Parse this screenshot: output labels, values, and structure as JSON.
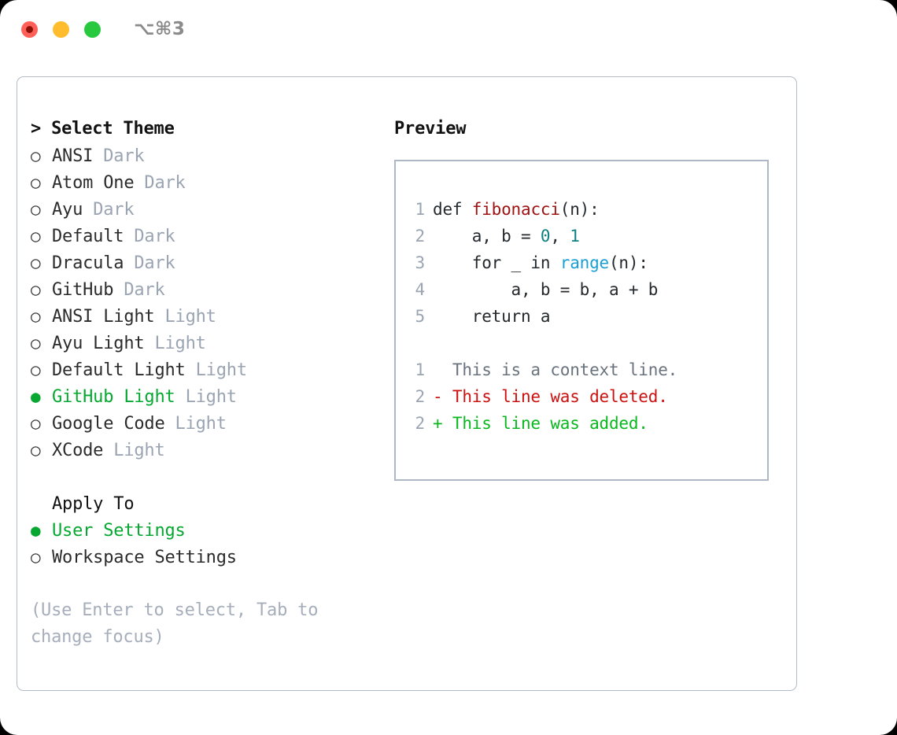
{
  "titlebar": {
    "shortcut": "⌥⌘3",
    "buttons": [
      {
        "name": "close",
        "color": "#ff6058"
      },
      {
        "name": "minimize",
        "color": "#ffbd2e"
      },
      {
        "name": "maximize",
        "color": "#28c93f"
      }
    ]
  },
  "colors": {
    "selected_green": "#06a831",
    "muted_tag": "#9aa4b2",
    "hint": "#a6aebb",
    "panel_border": "#b3bcc9",
    "preview_border": "#aeb7c4",
    "code_function": "#9f1111",
    "code_number": "#0d8080",
    "code_call": "#1a9fd4",
    "diff_deleted": "#cc1111",
    "diff_added": "#08b81e",
    "diff_context": "#6a737d"
  },
  "theme_list": {
    "header": "> Select Theme",
    "unselected_marker": "○",
    "selected_marker": "●",
    "items": [
      {
        "label": "ANSI",
        "tag": "Dark",
        "selected": false
      },
      {
        "label": "Atom One",
        "tag": "Dark",
        "selected": false
      },
      {
        "label": "Ayu",
        "tag": "Dark",
        "selected": false
      },
      {
        "label": "Default",
        "tag": "Dark",
        "selected": false
      },
      {
        "label": "Dracula",
        "tag": "Dark",
        "selected": false
      },
      {
        "label": "GitHub",
        "tag": "Dark",
        "selected": false
      },
      {
        "label": "ANSI Light",
        "tag": "Light",
        "selected": false
      },
      {
        "label": "Ayu Light",
        "tag": "Light",
        "selected": false
      },
      {
        "label": "Default Light",
        "tag": "Light",
        "selected": false
      },
      {
        "label": "GitHub Light",
        "tag": "Light",
        "selected": true
      },
      {
        "label": "Google Code",
        "tag": "Light",
        "selected": false
      },
      {
        "label": "XCode",
        "tag": "Light",
        "selected": false
      }
    ]
  },
  "apply_to": {
    "header": "Apply To",
    "items": [
      {
        "label": "User Settings",
        "selected": true
      },
      {
        "label": "Workspace Settings",
        "selected": false
      }
    ]
  },
  "hint": "(Use Enter to select, Tab to change focus)",
  "preview": {
    "title": "Preview",
    "code_lines": [
      {
        "no": "1",
        "segments": [
          {
            "t": "def ",
            "c": "plain"
          },
          {
            "t": "fibonacci",
            "c": "fn"
          },
          {
            "t": "(n):",
            "c": "plain"
          }
        ]
      },
      {
        "no": "2",
        "segments": [
          {
            "t": "    a, b = ",
            "c": "plain"
          },
          {
            "t": "0",
            "c": "num"
          },
          {
            "t": ", ",
            "c": "plain"
          },
          {
            "t": "1",
            "c": "num"
          }
        ]
      },
      {
        "no": "3",
        "segments": [
          {
            "t": "    for _ in ",
            "c": "plain"
          },
          {
            "t": "range",
            "c": "call"
          },
          {
            "t": "(n):",
            "c": "plain"
          }
        ]
      },
      {
        "no": "4",
        "segments": [
          {
            "t": "        a, b = b, a + b",
            "c": "plain"
          }
        ]
      },
      {
        "no": "5",
        "segments": [
          {
            "t": "    return a",
            "c": "plain"
          }
        ]
      }
    ],
    "diff_lines": [
      {
        "no": "1",
        "segments": [
          {
            "t": "  This is a context line.",
            "c": "ctx"
          }
        ]
      },
      {
        "no": "2",
        "segments": [
          {
            "t": "- This line was deleted.",
            "c": "del"
          }
        ]
      },
      {
        "no": "2",
        "segments": [
          {
            "t": "+ This line was added.",
            "c": "add"
          }
        ]
      }
    ]
  }
}
